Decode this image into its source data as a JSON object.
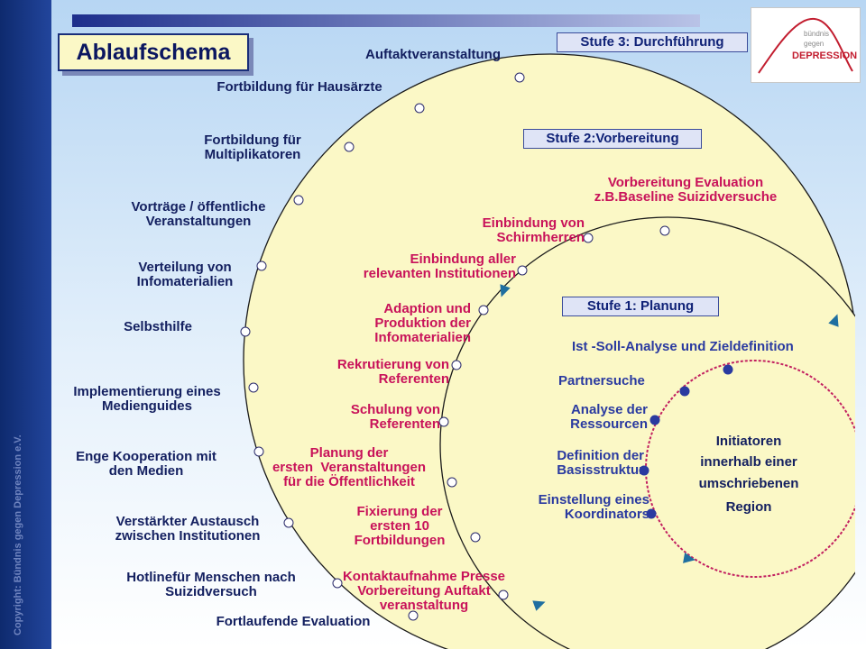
{
  "title": "Ablaufschema",
  "copyright": "Copyright: Bündnis gegen Depression e.V.",
  "logo": {
    "line1": "bündnis",
    "line2": "gegen",
    "main": "DEPRESSION"
  },
  "stages": {
    "stage3": "Stufe 3: Durchführung",
    "stage2": "Stufe 2:Vorbereitung",
    "stage1": "Stufe 1: Planung"
  },
  "outer_items": [
    "Auftaktveranstaltung",
    "Fortbildung für Hausärzte",
    "Fortbildung für\nMultiplikatoren",
    "Vorträge / öffentliche\nVeranstaltungen",
    "Verteilung von\nInfomaterialien",
    "Selbsthilfe",
    "Implementierung eines\nMedienguides",
    "Enge Kooperation mit\nden Medien",
    "Verstärkter Austausch\nzwischen Institutionen",
    "Hotlinefür Menschen nach\nSuizidversuch",
    "Fortlaufende Evaluation"
  ],
  "middle_items": [
    "Vorbereitung Evaluation\nz.B.Baseline Suizidversuche",
    "Einbindung von\nSchirmherren",
    "Einbindung aller\nrelevanten Institutionen",
    "Adaption und\nProduktion der\nInfomaterialien",
    "Rekrutierung von\nReferenten",
    "Schulung von\nReferenten",
    "Planung der\nersten  Veranstaltungen\nfür die Öffentlichkeit",
    "Fixierung der\nersten 10\nFortbildungen",
    "Kontaktaufnahme Presse\nVorbereitung Auftakt\nveranstaltung"
  ],
  "inner_items": [
    "Ist -Soll-Analyse und Zieldefinition",
    "Partnersuche",
    "Analyse der\nRessourcen",
    "Definition der\nBasisstruktur",
    "Einstellung eines\nKoordinators"
  ],
  "core": {
    "line1": "Initiatoren",
    "line2": "innerhalb einer",
    "line3": "umschriebenen",
    "line4": "Region"
  },
  "colors": {
    "outer_text": "#142060",
    "middle_text": "#c8125a",
    "inner_text": "#2a3aa0",
    "circle_fill": "#fbf8c6",
    "circle_stroke": "#1a1a1a",
    "arrow": "#1f6fa0",
    "core_dots": "#2a3aa0"
  }
}
